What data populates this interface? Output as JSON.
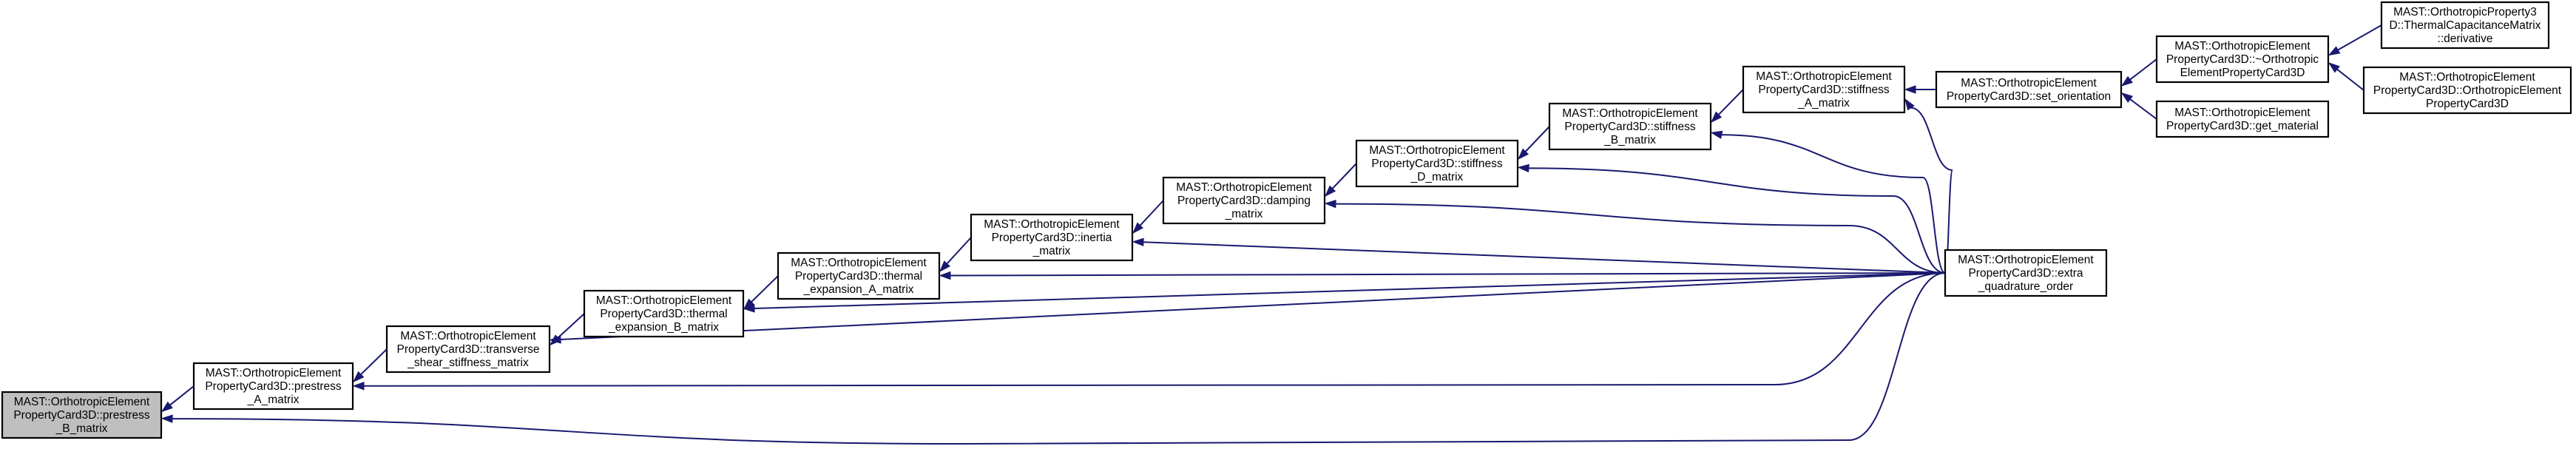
{
  "colors": {
    "edge": "#191970",
    "node_fill": "#ffffff",
    "root_fill": "#bfbfbf",
    "node_stroke": "#000000"
  },
  "nodes": [
    {
      "id": "prestress_B",
      "lines": [
        "MAST::OrthotropicElement",
        "PropertyCard3D::prestress",
        "_B_matrix"
      ],
      "root": true
    },
    {
      "id": "prestress_A",
      "lines": [
        "MAST::OrthotropicElement",
        "PropertyCard3D::prestress",
        "_A_matrix"
      ]
    },
    {
      "id": "transverse",
      "lines": [
        "MAST::OrthotropicElement",
        "PropertyCard3D::transverse",
        "_shear_stiffness_matrix"
      ]
    },
    {
      "id": "thermal_B",
      "lines": [
        "MAST::OrthotropicElement",
        "PropertyCard3D::thermal",
        "_expansion_B_matrix"
      ]
    },
    {
      "id": "thermal_A",
      "lines": [
        "MAST::OrthotropicElement",
        "PropertyCard3D::thermal",
        "_expansion_A_matrix"
      ]
    },
    {
      "id": "inertia",
      "lines": [
        "MAST::OrthotropicElement",
        "PropertyCard3D::inertia",
        "_matrix"
      ]
    },
    {
      "id": "damping",
      "lines": [
        "MAST::OrthotropicElement",
        "PropertyCard3D::damping",
        "_matrix"
      ]
    },
    {
      "id": "stiffness_D",
      "lines": [
        "MAST::OrthotropicElement",
        "PropertyCard3D::stiffness",
        "_D_matrix"
      ]
    },
    {
      "id": "stiffness_B",
      "lines": [
        "MAST::OrthotropicElement",
        "PropertyCard3D::stiffness",
        "_B_matrix"
      ]
    },
    {
      "id": "stiffness_A",
      "lines": [
        "MAST::OrthotropicElement",
        "PropertyCard3D::stiffness",
        "_A_matrix"
      ]
    },
    {
      "id": "set_orientation",
      "lines": [
        "MAST::OrthotropicElement",
        "PropertyCard3D::set_orientation"
      ]
    },
    {
      "id": "destructor",
      "lines": [
        "MAST::OrthotropicElement",
        "PropertyCard3D::~Orthotropic",
        "ElementPropertyCard3D"
      ]
    },
    {
      "id": "get_material",
      "lines": [
        "MAST::OrthotropicElement",
        "PropertyCard3D::get_material"
      ]
    },
    {
      "id": "derivative",
      "lines": [
        "MAST::OrthotropicProperty3",
        "D::ThermalCapacitanceMatrix",
        "::derivative"
      ]
    },
    {
      "id": "constructor",
      "lines": [
        "MAST::OrthotropicElement",
        "PropertyCard3D::OrthotropicElement",
        "PropertyCard3D"
      ]
    },
    {
      "id": "extra_quadrature",
      "lines": [
        "MAST::OrthotropicElement",
        "PropertyCard3D::extra",
        "_quadrature_order"
      ]
    }
  ],
  "edges": [
    {
      "from": "prestress_A",
      "to": "prestress_B"
    },
    {
      "from": "transverse",
      "to": "prestress_A"
    },
    {
      "from": "thermal_B",
      "to": "transverse"
    },
    {
      "from": "thermal_A",
      "to": "thermal_B"
    },
    {
      "from": "inertia",
      "to": "thermal_A"
    },
    {
      "from": "damping",
      "to": "inertia"
    },
    {
      "from": "stiffness_D",
      "to": "damping"
    },
    {
      "from": "stiffness_B",
      "to": "stiffness_D"
    },
    {
      "from": "stiffness_A",
      "to": "stiffness_B"
    },
    {
      "from": "set_orientation",
      "to": "stiffness_A"
    },
    {
      "from": "destructor",
      "to": "set_orientation"
    },
    {
      "from": "get_material",
      "to": "set_orientation"
    },
    {
      "from": "derivative",
      "to": "destructor"
    },
    {
      "from": "constructor",
      "to": "destructor"
    },
    {
      "from": "extra_quadrature",
      "to": "stiffness_A"
    },
    {
      "from": "extra_quadrature",
      "to": "stiffness_B"
    },
    {
      "from": "extra_quadrature",
      "to": "stiffness_D"
    },
    {
      "from": "extra_quadrature",
      "to": "damping"
    },
    {
      "from": "extra_quadrature",
      "to": "inertia"
    },
    {
      "from": "extra_quadrature",
      "to": "thermal_A"
    },
    {
      "from": "extra_quadrature",
      "to": "thermal_B"
    },
    {
      "from": "extra_quadrature",
      "to": "transverse"
    },
    {
      "from": "extra_quadrature",
      "to": "prestress_A"
    },
    {
      "from": "extra_quadrature",
      "to": "prestress_B"
    }
  ]
}
